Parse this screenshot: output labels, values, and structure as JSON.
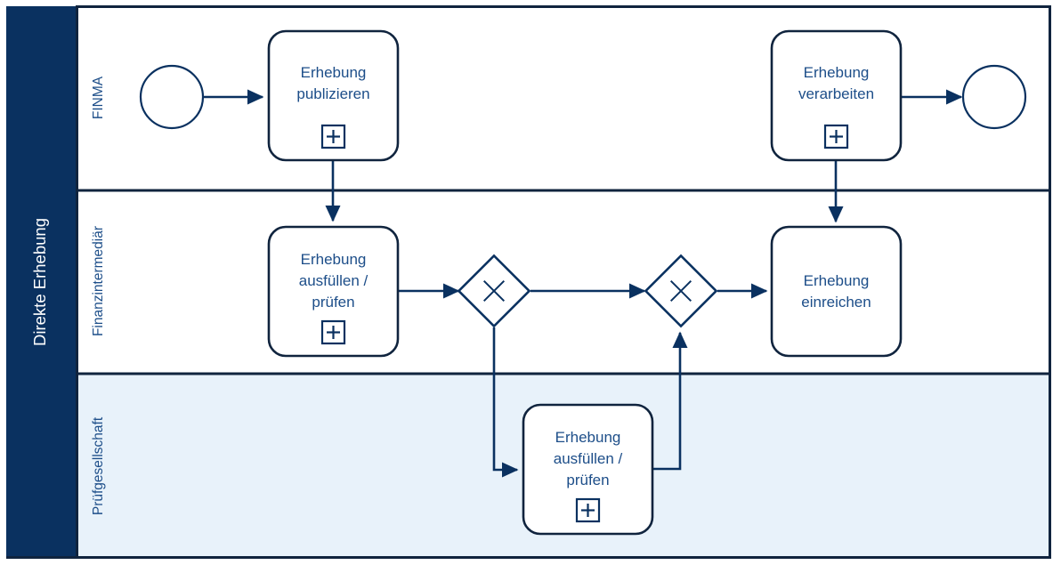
{
  "diagram": {
    "type": "bpmn-collaboration",
    "title": "Direkte Erhebung",
    "pool": {
      "name": "Direkte Erhebung",
      "header_color": "#0a3160",
      "header_text_color": "#ffffff",
      "border_color": "#10243e"
    },
    "stroke_color": "#0a3160",
    "dark_stroke_color": "#10243e",
    "text_color": "#1d4e89",
    "lanes": [
      {
        "id": "lane-finma",
        "label": "FINMA",
        "fill": "#ffffff"
      },
      {
        "id": "lane-finanzintermediaer",
        "label": "Finanzintermediär",
        "fill": "#ffffff"
      },
      {
        "id": "lane-pruefgesellschaft",
        "label": "Prüfgesellschaft",
        "fill": "#e8f2fa"
      }
    ],
    "events": [
      {
        "id": "start-event",
        "kind": "start",
        "lane": "lane-finma",
        "label": ""
      },
      {
        "id": "end-event",
        "kind": "end",
        "lane": "lane-finma",
        "label": ""
      }
    ],
    "tasks": [
      {
        "id": "task-erhebung-publizieren",
        "lane": "lane-finma",
        "label": "Erhebung\npublizieren",
        "line1": "Erhebung",
        "line2": "publizieren",
        "line3": "",
        "marker": "collapsed-subprocess-plus"
      },
      {
        "id": "task-erhebung-verarbeiten",
        "lane": "lane-finma",
        "label": "Erhebung\nverarbeiten",
        "line1": "Erhebung",
        "line2": "verarbeiten",
        "line3": "",
        "marker": "collapsed-subprocess-plus"
      },
      {
        "id": "task-erhebung-ausfuellen-pruefen-fi",
        "lane": "lane-finanzintermediaer",
        "label": "Erhebung\nausfüllen /\nprüfen",
        "line1": "Erhebung",
        "line2": "ausfüllen /",
        "line3": "prüfen",
        "marker": "collapsed-subprocess-plus"
      },
      {
        "id": "task-erhebung-einreichen",
        "lane": "lane-finanzintermediaer",
        "label": "Erhebung\neinreichen",
        "line1": "Erhebung",
        "line2": "einreichen",
        "line3": "",
        "marker": "none"
      },
      {
        "id": "task-erhebung-ausfuellen-pruefen-pg",
        "lane": "lane-pruefgesellschaft",
        "label": "Erhebung\nausfüllen /\nprüfen",
        "line1": "Erhebung",
        "line2": "ausfüllen /",
        "line3": "prüfen",
        "marker": "collapsed-subprocess-plus"
      }
    ],
    "gateways": [
      {
        "id": "gateway-split",
        "kind": "parallel",
        "lane": "lane-finanzintermediaer",
        "label": ""
      },
      {
        "id": "gateway-join",
        "kind": "parallel",
        "lane": "lane-finanzintermediaer",
        "label": ""
      }
    ],
    "flows": [
      {
        "id": "flow-start-to-publizieren",
        "from": "start-event",
        "to": "task-erhebung-publizieren",
        "label": ""
      },
      {
        "id": "flow-publizieren-to-ausfuellen-fi",
        "from": "task-erhebung-publizieren",
        "to": "task-erhebung-ausfuellen-pruefen-fi",
        "label": ""
      },
      {
        "id": "flow-ausfuellen-fi-to-split",
        "from": "task-erhebung-ausfuellen-pruefen-fi",
        "to": "gateway-split",
        "label": ""
      },
      {
        "id": "flow-split-to-join",
        "from": "gateway-split",
        "to": "gateway-join",
        "label": ""
      },
      {
        "id": "flow-split-to-ausfuellen-pg",
        "from": "gateway-split",
        "to": "task-erhebung-ausfuellen-pruefen-pg",
        "label": ""
      },
      {
        "id": "flow-ausfuellen-pg-to-join",
        "from": "task-erhebung-ausfuellen-pruefen-pg",
        "to": "gateway-join",
        "label": ""
      },
      {
        "id": "flow-join-to-einreichen",
        "from": "gateway-join",
        "to": "task-erhebung-einreichen",
        "label": ""
      },
      {
        "id": "flow-einreichen-to-verarbeiten",
        "from": "task-erhebung-verarbeiten",
        "to": "task-erhebung-einreichen",
        "label": ""
      },
      {
        "id": "flow-verarbeiten-to-end",
        "from": "task-erhebung-verarbeiten",
        "to": "end-event",
        "label": ""
      }
    ]
  }
}
